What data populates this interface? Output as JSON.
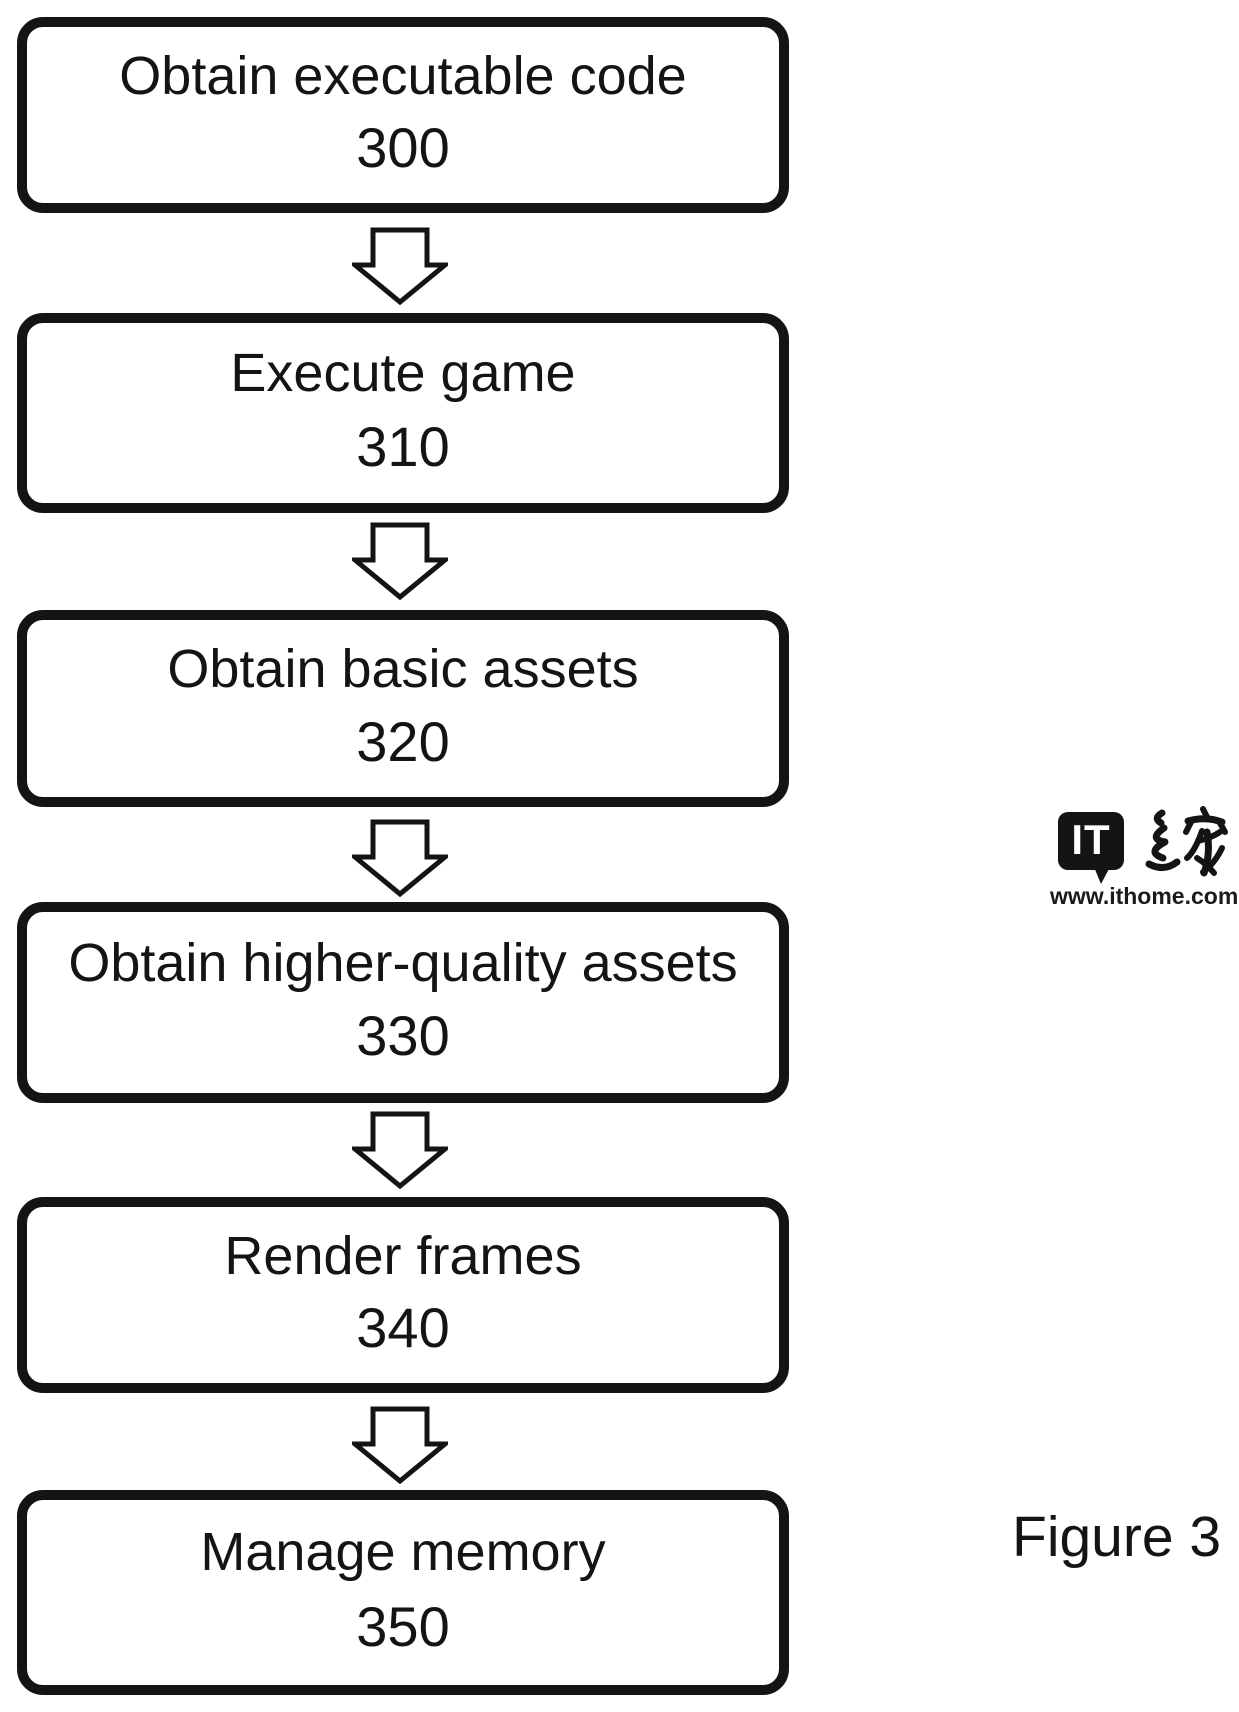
{
  "figure": {
    "caption": "Figure 3"
  },
  "flowchart": {
    "steps": [
      {
        "label": "Obtain executable code",
        "number": "300"
      },
      {
        "label": "Execute game",
        "number": "310"
      },
      {
        "label": "Obtain basic assets",
        "number": "320"
      },
      {
        "label": "Obtain higher-quality assets",
        "number": "330"
      },
      {
        "label": "Render frames",
        "number": "340"
      },
      {
        "label": "Manage memory",
        "number": "350"
      }
    ]
  },
  "watermark": {
    "logo_text": "IT",
    "logo_cn": "之家",
    "site_url": "www.ithome.com"
  },
  "colors": {
    "ink": "#141414",
    "background": "#ffffff"
  }
}
